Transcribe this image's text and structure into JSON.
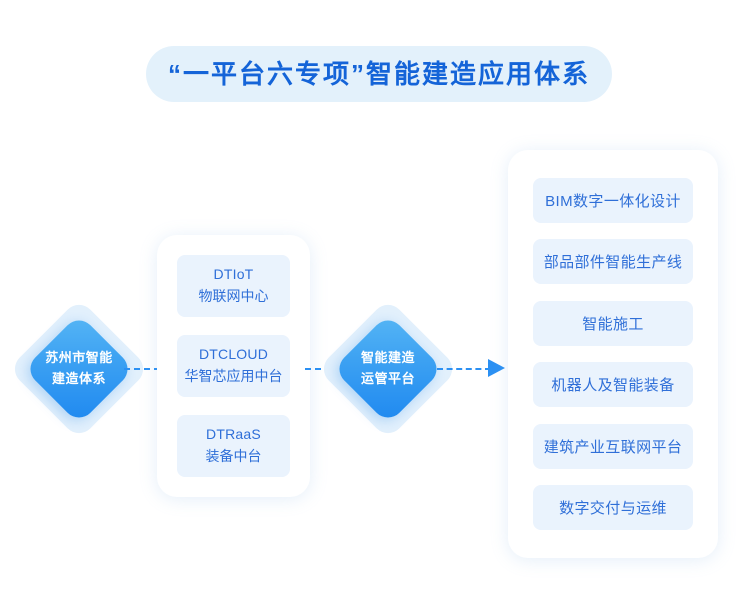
{
  "title": {
    "text": "“一平台六专项”智能建造应用体系",
    "color": "#1464d8",
    "pill_color": "#e3f1fb"
  },
  "nodes": {
    "source": {
      "line1": "苏州市智能",
      "line2": "建造体系"
    },
    "platform": {
      "line1": "智能建造",
      "line2": "运管平台"
    }
  },
  "middle_panel": {
    "cards": [
      {
        "en": "DTIoT",
        "cn": "物联网中心"
      },
      {
        "en": "DTCLOUD",
        "cn": "华智芯应用中台"
      },
      {
        "en": "DTRaaS",
        "cn": "装备中台"
      }
    ]
  },
  "right_panel": {
    "cards": [
      {
        "label": "BIM数字一体化设计"
      },
      {
        "label": "部品部件智能生产线"
      },
      {
        "label": "智能施工"
      },
      {
        "label": "机器人及智能装备"
      },
      {
        "label": "建筑产业互联网平台"
      },
      {
        "label": "数字交付与运维"
      }
    ]
  },
  "connectors": {
    "accent_color": "#2b90f3",
    "style": "dashed",
    "arrow": "arrow-right-icon"
  },
  "card_colors": {
    "background": "#eaf3fd",
    "text": "#2f6fd8"
  }
}
